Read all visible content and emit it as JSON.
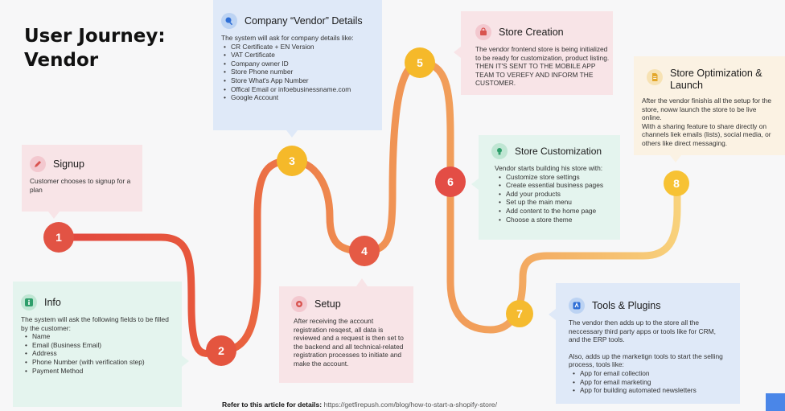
{
  "title": {
    "line1": "User Journey:",
    "line2": "Vendor"
  },
  "steps": [
    {
      "number": "1",
      "color": "#e25344"
    },
    {
      "number": "2",
      "color": "#e4553f"
    },
    {
      "number": "3",
      "color": "#f5b92a"
    },
    {
      "number": "4",
      "color": "#e55a45"
    },
    {
      "number": "5",
      "color": "#f5b92a"
    },
    {
      "number": "6",
      "color": "#e34d45"
    },
    {
      "number": "7",
      "color": "#f5bb2f"
    },
    {
      "number": "8",
      "color": "#f7c234"
    }
  ],
  "cards": {
    "signup": {
      "title": "Signup",
      "icon": "pencil-icon",
      "text": "Customer chooses to signup for a plan"
    },
    "info": {
      "title": "Info",
      "icon": "info-icon",
      "text": "The system will ask the following fields to be filled by the customer:",
      "items": [
        "Name",
        "Email (Business Email)",
        "Address",
        "Phone Number (with verification step)",
        "Payment Method"
      ]
    },
    "company": {
      "title": "Company “Vendor” Details",
      "icon": "search-icon",
      "text": "The system will ask for company details like:",
      "items": [
        "CR Certificate + EN Version",
        "VAT Certificate",
        "Company owner ID",
        "Store Phone number",
        "Store What's App Number",
        "Offical Email or infoebusinessname.com",
        "Google Account"
      ]
    },
    "setup": {
      "title": "Setup",
      "icon": "gear-icon",
      "text": "After receiving the account registration  resqest, all data is reviewed and a request is then set to the backend and all technical-related registration processes to initiate and make the account."
    },
    "store_creation": {
      "title": "Store Creation",
      "icon": "store-icon",
      "text": "The vendor frontend store is being initialized to be ready for customization, product listing. THEN IT'S SENT TO THE MOBILE APP TEAM TO VEREFY AND INFORM THE CUSTOMER."
    },
    "store_customization": {
      "title": "Store Customization",
      "icon": "lightbulb-icon",
      "text": "Vendor starts building his store with:",
      "items": [
        "Customize store settings",
        "Create essential business pages",
        "Add your products",
        "Set up the main menu",
        "Add content to the home page",
        "Choose a store theme"
      ]
    },
    "tools": {
      "title": "Tools & Plugins",
      "icon": "plugin-icon",
      "text": "The vendor then adds up to the store all the neccessary third party apps or tools like for CRM, and the ERP tools.",
      "text2": "Also, adds up the marketign tools to start the selling process, tools like:",
      "items": [
        "App for email collection",
        "App for email marketing",
        "App for building automated newsletters"
      ]
    },
    "optimization": {
      "title_line1": "Store Optimization &",
      "title_line2": "Launch",
      "icon": "document-icon",
      "text": "After the vendor finishis all the setup for the store, noww launch the store to be live online.",
      "text2": "With a sharing feature to share directly on channels liek emails (lists), social media, or others like direct messaging."
    }
  },
  "footer": {
    "label": "Refer to this article for details:",
    "url": "https://getfirepush.com/blog/how-to-start-a-shopify-store/"
  }
}
